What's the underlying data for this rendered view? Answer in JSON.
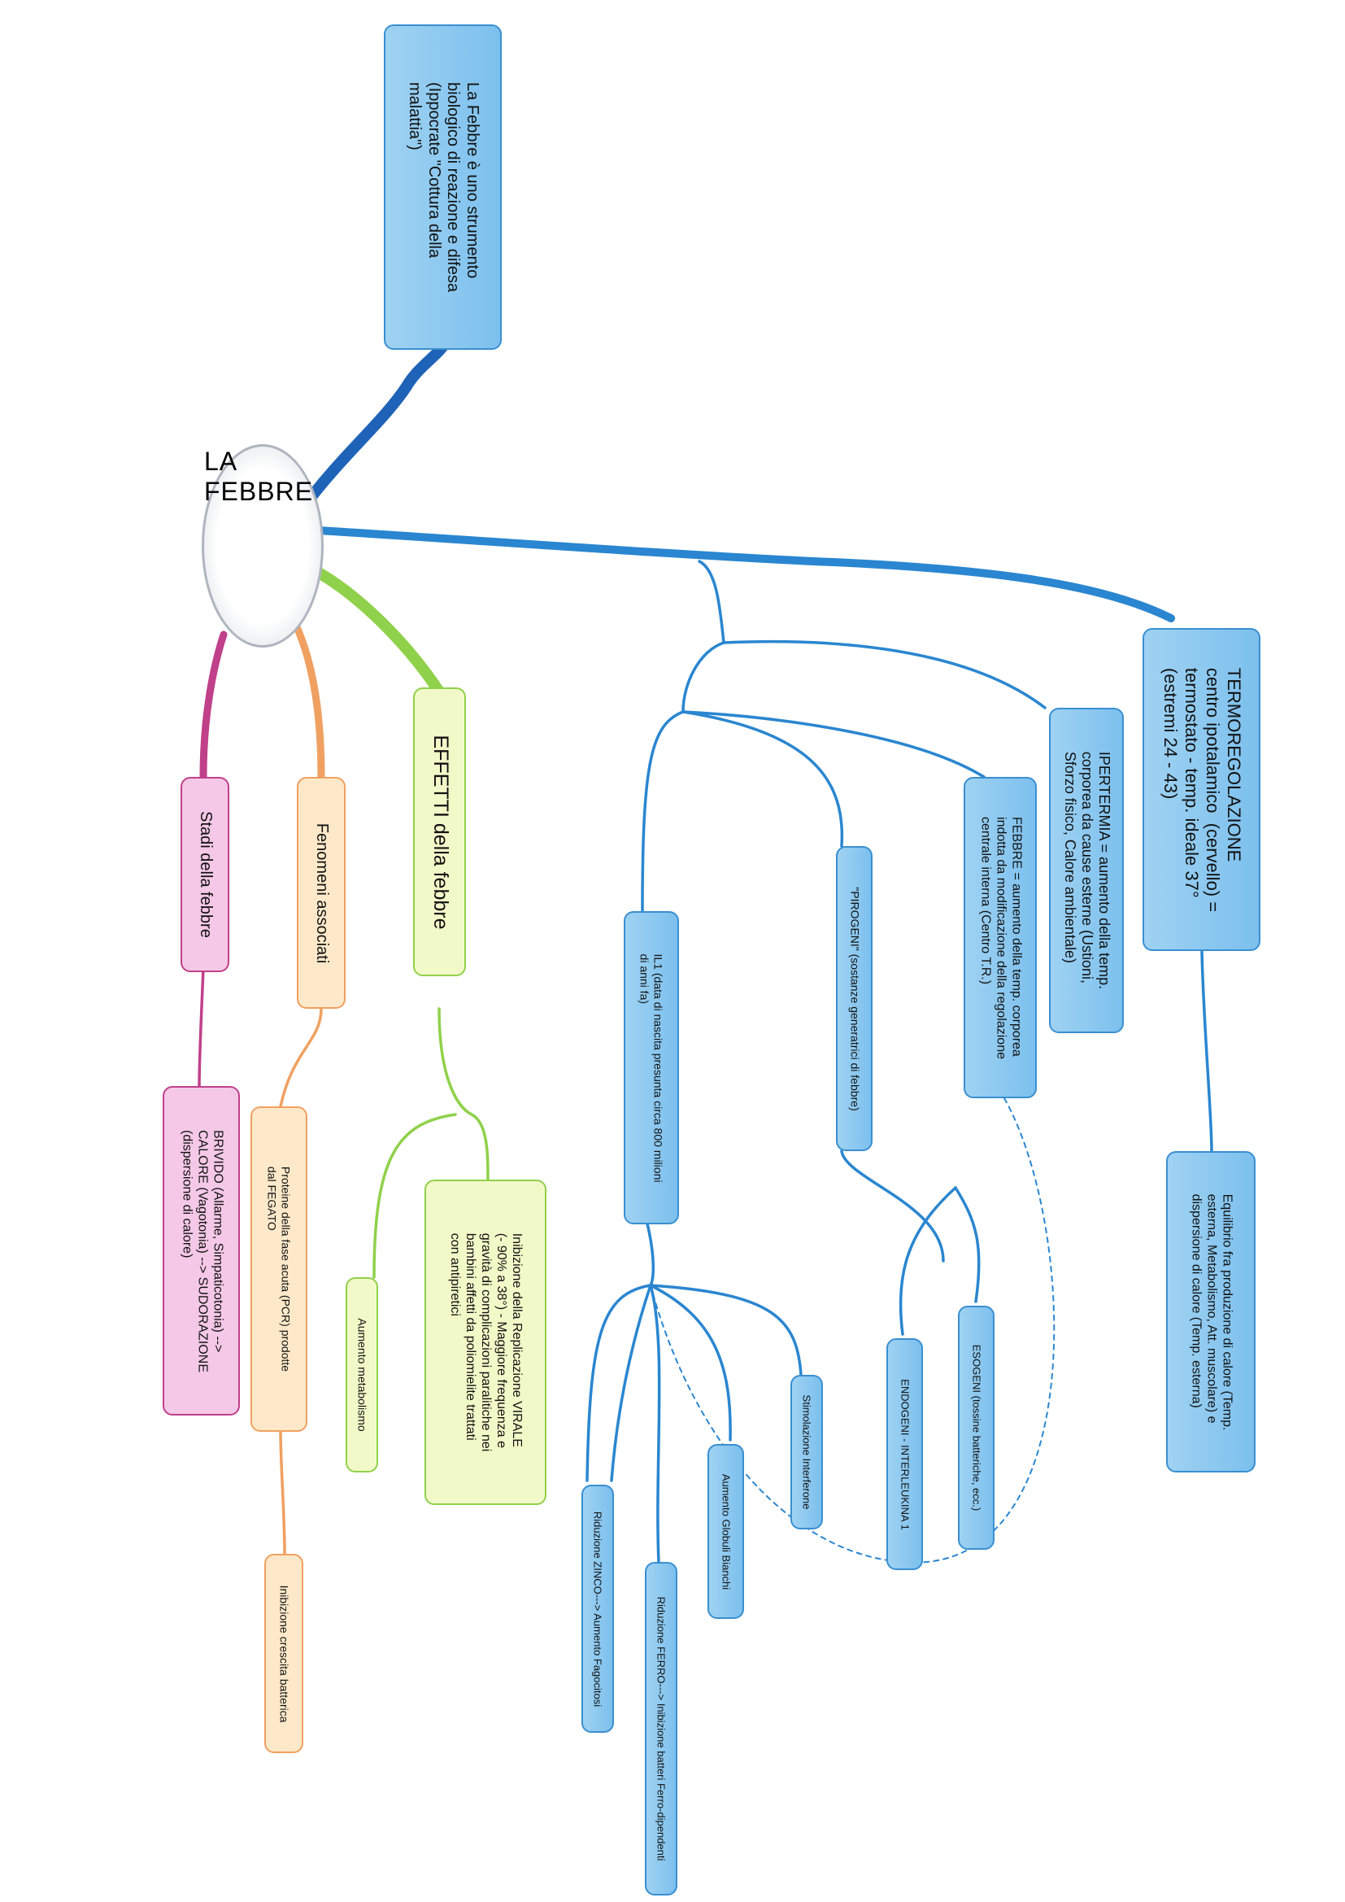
{
  "center": {
    "label": "LA FEBBRE"
  },
  "nodes": {
    "intro": "La Febbre è uno strumento\nbiologico di reazione e difesa\n(Ippocrate \"Cottura della\nmalattia\")",
    "termoregolazione": "TERMOREGOLAZIONE\ncentro ipotalamico  (cervello) =\ntermostato - temp. ideale 37°\n(estremi 24 - 43)",
    "equilibrio": "Equilibrio fra produzione di calore (Temp.\nesterna, Metabolismo, Att. muscolare) e\ndispersione di calore (Temp. esterna)",
    "ipertermia": "IPERTERMIA = aumento della temp.\ncorporea da cause esterne (Ustioni,\nSforzo fisico, Calore ambientale)",
    "febbre_def": "FEBBRE = aumento della temp. corporea\nindotta da modificazione della regolazione\ncentrale interna (Centro T.R.)",
    "pirogeni": "\"PIROGENI\" (sostanze generatrici di febbre)",
    "esogeni": "ESOGENI (tossine batteriche, ecc.)",
    "endogeni": "ENDOGENI - INTERLEUKINA 1",
    "il1": "IL1 (data di nascita presunta circa 800 milioni\ndi anni fa)",
    "interferone": "Stimolazione Interferone",
    "globuli": "Aumento Globuli Bianchi",
    "ferro": "Riduzione FERRO---> Inibizione batteri Ferro-dipendenti",
    "zinco": "Riduzione ZINCO---> Aumento Fagocitosi",
    "effetti": "EFFETTI della febbre",
    "inibizione_virale": "Inibizione della Replicazione VIRALE\n(- 90% a 38°) - Maggiore frequenza e\ngravità di complicazioni paralitiche nei\nbambini affetti da poliomielite trattati\ncon antipiretici",
    "metabolismo": "Aumento metabolismo",
    "fenomeni": "Fenomeni associati",
    "proteine": "Proteine della fase acuta (PCR) prodotte\ndal FEGATO",
    "batterica": "Inibizione crescita batterica",
    "stadi": "Stadi della febbre",
    "brivido": "BRIVIDO (Allarme, Simpaticotonia) -->\nCALORE (Vagotonia) --> SUDORAZIONE\n(dispersione di calore)"
  },
  "colors": {
    "blue_branch": "#2a7fc8",
    "green_branch": "#8fd14a",
    "orange_branch": "#f0a060",
    "pink_branch": "#c0408a"
  }
}
